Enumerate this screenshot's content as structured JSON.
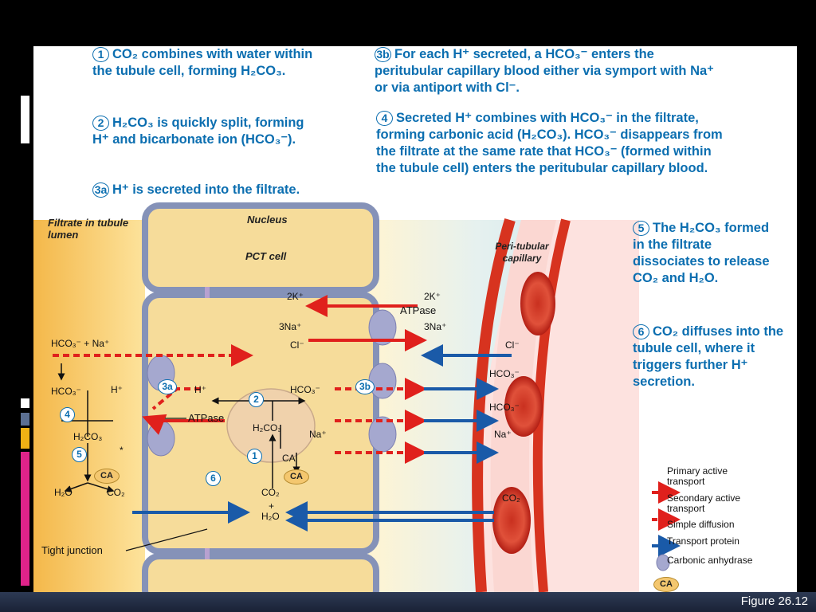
{
  "figure_label": "Figure 26.12",
  "steps": {
    "s1": {
      "num": "1",
      "text": "CO₂ combines with water within the tubule cell, forming H₂CO₃."
    },
    "s2": {
      "num": "2",
      "text": "H₂CO₃ is quickly split, forming H⁺ and bicarbonate ion (HCO₃⁻)."
    },
    "s3a": {
      "num": "3a",
      "text": "H⁺ is secreted into the filtrate."
    },
    "s3b": {
      "num": "3b",
      "text": "For each H⁺ secreted, a HCO₃⁻ enters the peritubular capillary blood either via symport with Na⁺ or via antiport with Cl⁻."
    },
    "s4": {
      "num": "4",
      "text": "Secreted H⁺ combines with HCO₃⁻ in the filtrate, forming carbonic acid (H₂CO₃). HCO₃⁻ disappears from the filtrate at the same rate that HCO₃⁻ (formed within the tubule cell) enters the peritubular capillary blood."
    },
    "s5": {
      "num": "5",
      "text": "The H₂CO₃ formed in the filtrate dissociates to release CO₂ and H₂O."
    },
    "s6": {
      "num": "6",
      "text": "CO₂ diffuses into the tubule cell, where it triggers further H⁺ secretion."
    }
  },
  "diagram": {
    "regions": {
      "filtrate": "Filtrate in tubule lumen",
      "nucleus": "Nucleus",
      "pct": "PCT cell",
      "capillary": "Peri-tubular capillary"
    },
    "labels": {
      "k_in": "2K⁺",
      "k_out": "2K⁺",
      "atpase_top": "ATPase",
      "na_in": "3Na⁺",
      "na_out": "3Na⁺",
      "cl_in": "Cl⁻",
      "cl_out": "Cl⁻",
      "hco3_na": "HCO₃⁻ +  Na⁺",
      "hco3_lumen": "HCO₃⁻",
      "h_lumen": "H⁺",
      "h_cell": "H⁺",
      "hco3_cell": "HCO₃⁻",
      "hco3_blood1": "HCO₃⁻",
      "hco3_blood2": "HCO₃⁻",
      "atpase_cell": "ATPase",
      "h2co3_lumen": "H₂CO₃",
      "h2co3_cell": "H₂CO₃",
      "na_cell": "Na⁺",
      "na_blood": "Na⁺",
      "asterisk": "*",
      "ca_label": "CA",
      "h2o_lumen": "H₂O",
      "co2_lumen": "CO₂",
      "co2_cell": "CO₂",
      "plus": "+",
      "h2o_cell": "H₂O",
      "co2_blood": "CO₂",
      "tight_junction": "Tight junction"
    },
    "circle_numbers": {
      "n1": "1",
      "n2": "2",
      "n3a": "3a",
      "n3b": "3b",
      "n4": "4",
      "n5": "5",
      "n6": "6"
    },
    "ca_badges": {
      "lumen": "CA",
      "cell": "CA"
    }
  },
  "legend": {
    "primary": "Primary active transport",
    "secondary": "Secondary active transport",
    "diffusion": "Simple diffusion",
    "protein": "Transport protein",
    "anhydrase": "Carbonic anhydrase",
    "ca": "CA"
  },
  "colors": {
    "primary": "#e0201c",
    "diffusion": "#1a5aa8",
    "text_blue": "#0b6eb0",
    "cell": "#f6dc9a",
    "blood": "#d7331f"
  }
}
